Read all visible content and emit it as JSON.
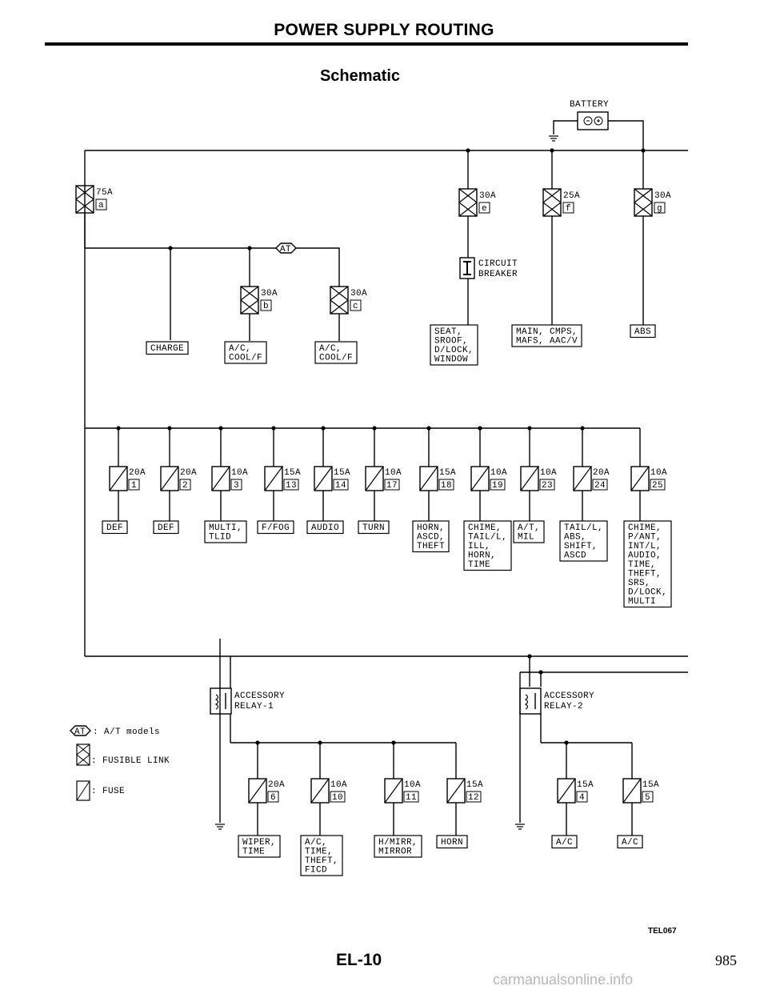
{
  "header": {
    "title": "POWER SUPPLY ROUTING",
    "subtitle": "Schematic"
  },
  "battery": {
    "label": "BATTERY"
  },
  "fusible_links": [
    {
      "rating": "75A",
      "code": "a"
    },
    {
      "rating": "30A",
      "code": "b"
    },
    {
      "rating": "30A",
      "code": "c"
    },
    {
      "rating": "30A",
      "code": "e"
    },
    {
      "rating": "25A",
      "code": "f"
    },
    {
      "rating": "30A",
      "code": "g"
    }
  ],
  "at_tag": "AT",
  "circuit_breaker": {
    "line1": "CIRCUIT",
    "line2": "BREAKER"
  },
  "upper_loads": {
    "charge": [
      "CHARGE"
    ],
    "ac_cool_1": [
      "A/C,",
      "COOL/F"
    ],
    "ac_cool_2": [
      "A/C,",
      "COOL/F"
    ],
    "seat": [
      "SEAT,",
      "SROOF,",
      "D/LOCK,",
      "WINDOW"
    ],
    "main": [
      "MAIN, CMPS,",
      "MAFS, AAC/V"
    ],
    "abs": [
      "ABS"
    ]
  },
  "fuse_row": [
    {
      "rating": "20A",
      "num": "1",
      "load": [
        "DEF"
      ]
    },
    {
      "rating": "20A",
      "num": "2",
      "load": [
        "DEF"
      ]
    },
    {
      "rating": "10A",
      "num": "3",
      "load": [
        "MULTI,",
        "TLID"
      ]
    },
    {
      "rating": "15A",
      "num": "13",
      "load": [
        "F/FOG"
      ]
    },
    {
      "rating": "15A",
      "num": "14",
      "load": [
        "AUDIO"
      ]
    },
    {
      "rating": "10A",
      "num": "17",
      "load": [
        "TURN"
      ]
    },
    {
      "rating": "15A",
      "num": "18",
      "load": [
        "HORN,",
        "ASCD,",
        "THEFT"
      ]
    },
    {
      "rating": "10A",
      "num": "19",
      "load": [
        "CHIME,",
        "TAIL/L,",
        "ILL,",
        "HORN,",
        "TIME"
      ]
    },
    {
      "rating": "10A",
      "num": "23",
      "load": [
        "A/T,",
        "MIL"
      ]
    },
    {
      "rating": "20A",
      "num": "24",
      "load": [
        "TAIL/L,",
        "ABS,",
        "SHIFT,",
        "ASCD"
      ]
    },
    {
      "rating": "10A",
      "num": "25",
      "load": [
        "CHIME,",
        "P/ANT,",
        "INT/L,",
        "AUDIO,",
        "TIME,",
        "THEFT,",
        "SRS,",
        "D/LOCK,",
        "MULTI"
      ]
    }
  ],
  "relays": [
    {
      "line1": "ACCESSORY",
      "line2": "RELAY-1"
    },
    {
      "line1": "ACCESSORY",
      "line2": "RELAY-2"
    }
  ],
  "relay1_fuses": [
    {
      "rating": "20A",
      "num": "6",
      "load": [
        "WIPER,",
        "TIME"
      ]
    },
    {
      "rating": "10A",
      "num": "10",
      "load": [
        "A/C,",
        "TIME,",
        "THEFT,",
        "FICD"
      ]
    },
    {
      "rating": "10A",
      "num": "11",
      "load": [
        "H/MIRR,",
        "MIRROR"
      ]
    },
    {
      "rating": "15A",
      "num": "12",
      "load": [
        "HORN"
      ]
    }
  ],
  "relay2_fuses": [
    {
      "rating": "15A",
      "num": "4",
      "load": [
        "A/C"
      ]
    },
    {
      "rating": "15A",
      "num": "5",
      "load": [
        "A/C"
      ]
    }
  ],
  "legend": [
    {
      "symbol": "AT",
      "text": ": A/T models"
    },
    {
      "symbol": "fusible-link",
      "text": ": FUSIBLE LINK"
    },
    {
      "symbol": "fuse",
      "text": ": FUSE"
    }
  ],
  "footer": {
    "figure_code": "TEL067",
    "page_code": "EL-10",
    "page_number": "985",
    "watermark": "carmanualsonline.info"
  }
}
